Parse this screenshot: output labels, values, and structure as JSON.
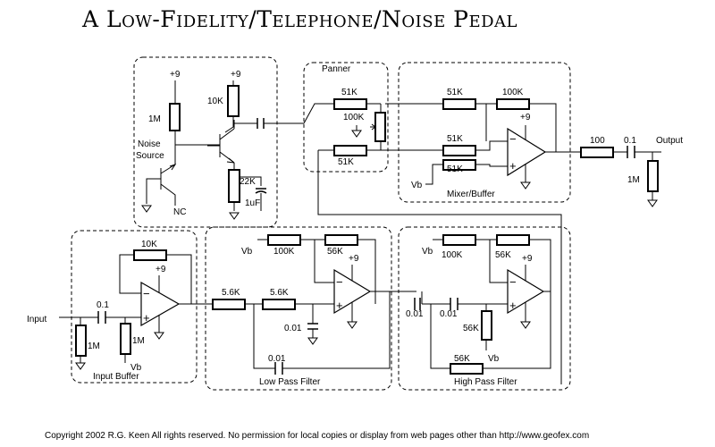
{
  "title": "A Low-Fidelity/Telephone/Noise Pedal",
  "footer": "Copyright 2002 R.G. Keen   All rights reserved. No permission for local copies or display from web pages other than http://www.geofex.com",
  "sections": {
    "noise_source": "Noise Source",
    "panner": "Panner",
    "mixer_buffer": "Mixer/Buffer",
    "input_buffer": "Input Buffer",
    "low_pass": "Low Pass Filter",
    "high_pass": "High Pass Filter"
  },
  "components": {
    "noise": {
      "supply_a": "+9",
      "supply_b": "+9",
      "r_bias": "1M",
      "r_collector": "10K",
      "r_emitter": "22K",
      "c_emitter": "1uF",
      "nc": "NC",
      "noise_line1": "Noise",
      "noise_line2": "Source"
    },
    "panner": {
      "r_top": "51K",
      "r_bottom": "51K",
      "pot": "100K"
    },
    "mixer": {
      "r_in1": "51K",
      "r_in2": "51K",
      "r_in3": "51K",
      "r_feedback": "100K",
      "supply": "+9",
      "vb": "Vb"
    },
    "output": {
      "r_series": "100",
      "c_out": "0.1",
      "r_load": "1M",
      "label": "Output"
    },
    "input": {
      "label": "Input",
      "c_in": "0.1",
      "r_ground": "1M",
      "r_bias": "1M",
      "vb": "Vb",
      "r_feedback": "10K",
      "supply": "+9"
    },
    "lowpass": {
      "vb": "Vb",
      "r_bias": "100K",
      "r_feedback": "56K",
      "supply": "+9",
      "r1": "5.6K",
      "r2": "5.6K",
      "c_ground": "0.01",
      "c_feedback": "0.01"
    },
    "highpass": {
      "vb": "Vb",
      "r_bias": "100K",
      "r_feedback": "56K",
      "supply": "+9",
      "c1": "0.01",
      "c2": "0.01",
      "r_ground": "56K",
      "vb2": "Vb",
      "r_loop": "56K"
    }
  },
  "opamp_signs": {
    "minus": "−",
    "plus": "+"
  }
}
